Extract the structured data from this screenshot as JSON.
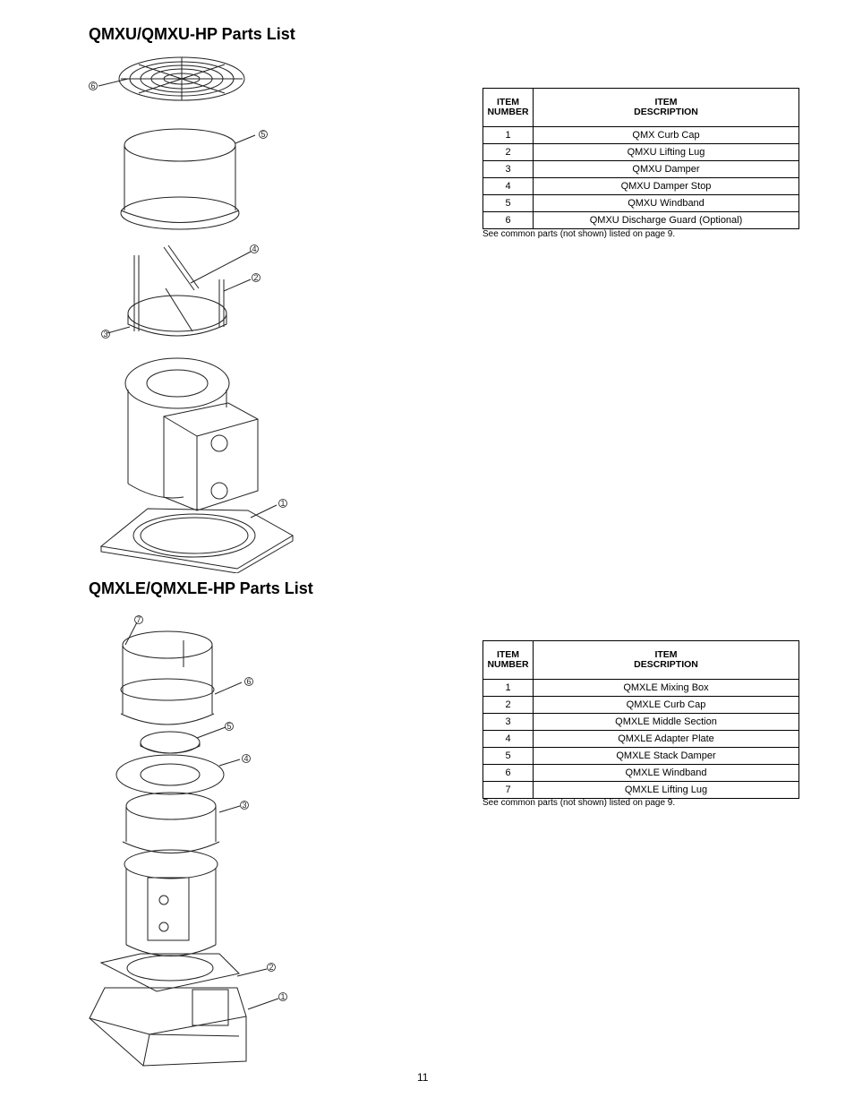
{
  "sections": [
    {
      "title": "QMXU/QMXU-HP Parts List",
      "header_number": "ITEM NUMBER",
      "header_description": "ITEM DESCRIPTION",
      "rows": [
        {
          "n": "1",
          "d": "QMX Curb Cap"
        },
        {
          "n": "2",
          "d": "QMXU Lifting Lug"
        },
        {
          "n": "3",
          "d": "QMXU Damper"
        },
        {
          "n": "4",
          "d": "QMXU Damper Stop"
        },
        {
          "n": "5",
          "d": "QMXU Windband"
        },
        {
          "n": "6",
          "d": "QMXU Discharge Guard (Optional)"
        }
      ],
      "note": "See common parts (not shown) listed on page 9.",
      "callouts": [
        "1",
        "2",
        "3",
        "4",
        "5",
        "6"
      ]
    },
    {
      "title": "QMXLE/QMXLE-HP Parts List",
      "header_number": "ITEM NUMBER",
      "header_description": "ITEM DESCRIPTION",
      "rows": [
        {
          "n": "1",
          "d": "QMXLE Mixing Box"
        },
        {
          "n": "2",
          "d": "QMXLE Curb Cap"
        },
        {
          "n": "3",
          "d": "QMXLE Middle Section"
        },
        {
          "n": "4",
          "d": "QMXLE Adapter Plate"
        },
        {
          "n": "5",
          "d": "QMXLE Stack Damper"
        },
        {
          "n": "6",
          "d": "QMXLE Windband"
        },
        {
          "n": "7",
          "d": "QMXLE Lifting Lug"
        }
      ],
      "note": "See common parts (not shown) listed on page 9.",
      "callouts": [
        "1",
        "2",
        "3",
        "4",
        "5",
        "6",
        "7"
      ]
    }
  ],
  "page_number": "11"
}
